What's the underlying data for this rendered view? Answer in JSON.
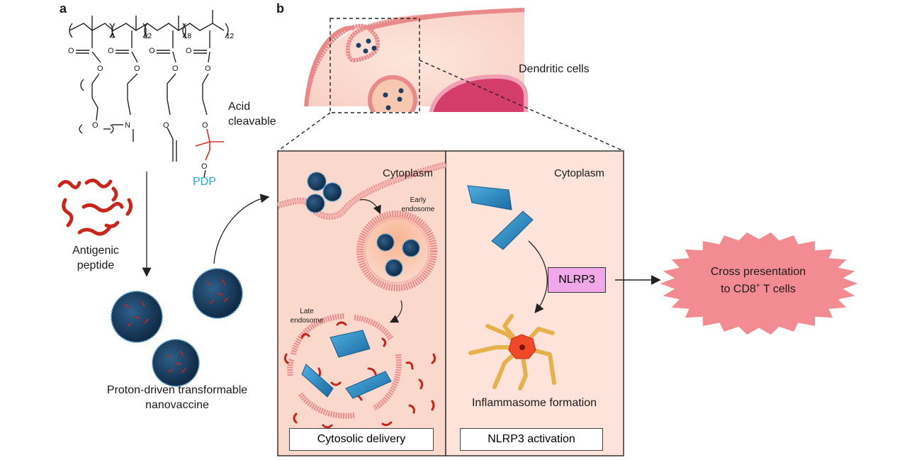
{
  "panels": {
    "a": "a",
    "b": "b"
  },
  "polymer": {
    "repeat_units": [
      "4",
      "22",
      "18",
      "12"
    ],
    "acid_cleavable_line1": "Acid",
    "acid_cleavable_line2": "cleavable",
    "pdp": "PDP",
    "atoms": {
      "O": "O",
      "N": "N"
    }
  },
  "left": {
    "antigenic_line1": "Antigenic",
    "antigenic_line2": "peptide",
    "nanovaccine_line1": "Proton-driven transformable",
    "nanovaccine_line2": "nanovaccine"
  },
  "cell": {
    "dendritic": "Dendritic cells"
  },
  "delivery_panel": {
    "cytoplasm": "Cytoplasm",
    "early_endosome_line1": "Early",
    "early_endosome_line2": "endosome",
    "late_endosome_line1": "Late",
    "late_endosome_line2": "endosome",
    "caption": "Cytosolic delivery"
  },
  "activation_panel": {
    "cytoplasm": "Cytoplasm",
    "nlrp3": "NLRP3",
    "inflammasome": "Inflammasome formation",
    "caption": "NLRP3 activation"
  },
  "outcome": {
    "line1": "Cross presentation",
    "line2_prefix": "to CD8",
    "line2_sup": "+",
    "line2_suffix": " T cells"
  },
  "colors": {
    "pdp": "#2aa6c8",
    "acid_cleavable": "#d8302a",
    "membrane": "#e98a8a",
    "cell_fill": "#fbe0d6",
    "nucleus": "#d43c6a",
    "nanoparticle": "#1d3f63",
    "sheet": "#2a8bc4",
    "peptide": "#c8261c",
    "nlrp3_box": "#f1a8e8",
    "burst": "#f28c92"
  }
}
